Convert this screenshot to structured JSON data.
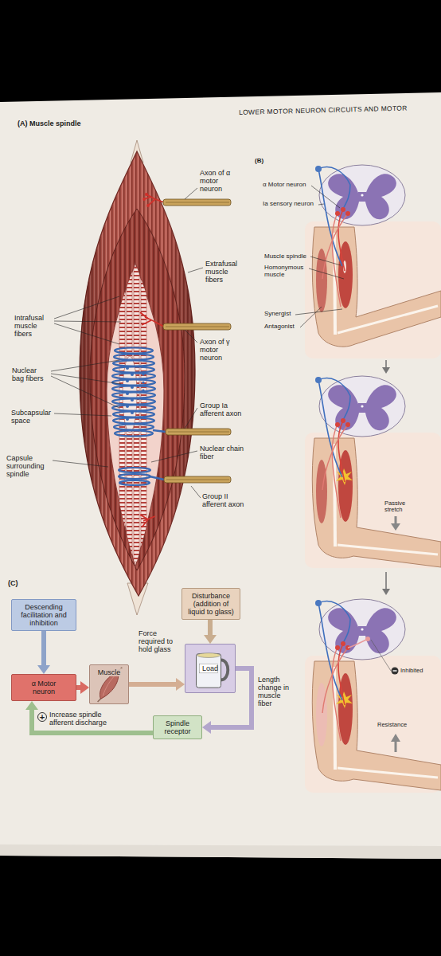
{
  "diagram": {
    "nodes": [
      {
        "text": [
          "Descending facilitation and inhibition"
        ]
      },
      {
        "text": [
          "Disturbance (addition of liquid to glass)"
        ]
      },
      {
        "text": [
          "α Motor neuron"
        ]
      },
      {
        "text": [
          "Muscle"
        ]
      },
      {
        "text": [
          "Load"
        ]
      },
      {
        "text": [
          "Spindle receptor"
        ]
      }
    ],
    "edges": [
      {
        "from": 0,
        "to": 2,
        "arrow": "to"
      },
      {
        "from": 2,
        "to": 3,
        "arrow": "to"
      },
      {
        "from": 3,
        "to": 4,
        "label": "Force required to hold glass",
        "arrow": "to"
      },
      {
        "from": 1,
        "to": 4,
        "arrow": "to"
      },
      {
        "from": 4,
        "to": 5,
        "label": "Length change in muscle fiber",
        "arrow": "to"
      },
      {
        "from": 5,
        "to": 2,
        "label": "Increase spindle afferent discharge",
        "arrow": "to"
      }
    ],
    "labels": [
      "LOWER MOTOR NEURON CIRCUITS AND MOTOR",
      "(A) Muscle spindle",
      "Axon of α motor neuron",
      "Extrafusal muscle fibers",
      "Intrafusal muscle fibers",
      "Axon of γ motor neuron",
      "Nuclear bag fibers",
      "Group Ia afferent axon",
      "Subcapsular space",
      "Nuclear chain fiber",
      "Capsule surrounding spindle",
      "Group II afferent axon",
      "(B)",
      "α Motor neuron",
      "Ia sensory neuron",
      "Muscle spindle",
      "Homonymous muscle",
      "Synergist",
      "Antagonist",
      "Passive stretch",
      "Inhibited",
      "Resistance",
      "(C)",
      "+"
    ]
  }
}
